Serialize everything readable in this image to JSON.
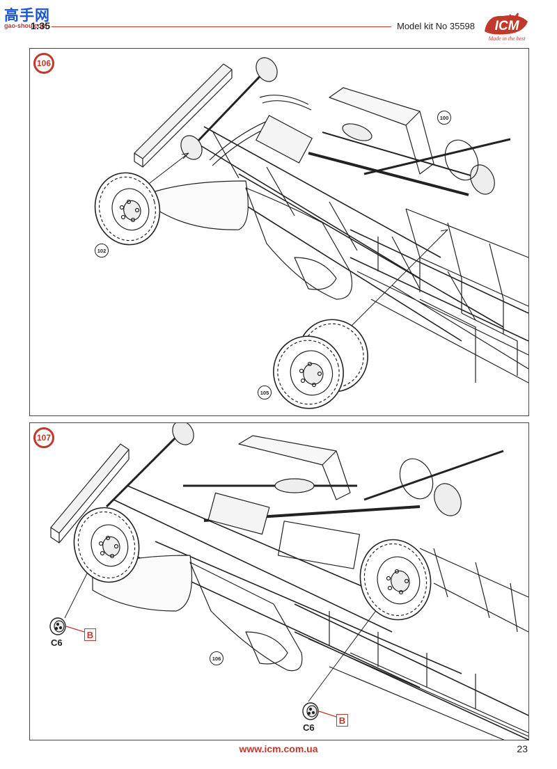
{
  "watermark": {
    "chars": "高手网",
    "url": "gao-shou.com"
  },
  "header": {
    "scale": "1:35",
    "kit_label": "Model kit No 35598"
  },
  "logo": {
    "text": "ICM",
    "tagline": "Made in the best"
  },
  "steps": [
    {
      "number": "106",
      "refs": {
        "a": "100",
        "b": "102",
        "c": "105"
      }
    },
    {
      "number": "107",
      "refs": {
        "a": "106"
      },
      "parts": [
        {
          "code": "C6",
          "sprue": "B"
        },
        {
          "code": "C6",
          "sprue": "B"
        }
      ]
    }
  ],
  "footer": {
    "url": "www.icm.com.ua",
    "page": "23"
  },
  "colors": {
    "accent": "#c0392b",
    "line": "#222222",
    "watermark_blue": "#1b56c9"
  },
  "icons": {
    "step_badge": "circle-badge-icon",
    "part_ref": "circle-ref-icon",
    "sprue_box": "square-box-icon"
  }
}
